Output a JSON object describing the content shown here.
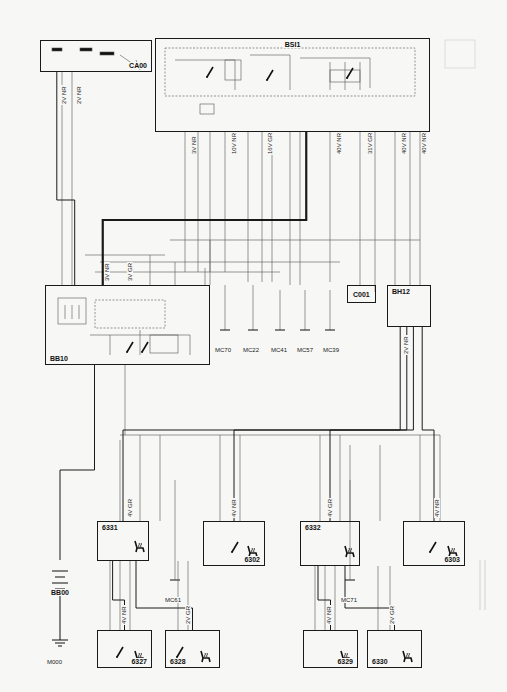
{
  "diagram": {
    "nodes": [
      {
        "text": [
          "CA00"
        ]
      },
      {
        "text": [
          "BSI1"
        ]
      },
      {
        "text": [
          "BB10"
        ]
      },
      {
        "text": [
          "C001"
        ]
      },
      {
        "text": [
          "BH12"
        ]
      },
      {
        "text": [
          "6331"
        ]
      },
      {
        "text": [
          "6302"
        ]
      },
      {
        "text": [
          "6332"
        ]
      },
      {
        "text": [
          "6303"
        ]
      },
      {
        "text": [
          "6327"
        ]
      },
      {
        "text": [
          "6328"
        ]
      },
      {
        "text": [
          "6329"
        ]
      },
      {
        "text": [
          "6330"
        ]
      },
      {
        "text": [
          "BB00"
        ]
      }
    ],
    "edges": [
      {
        "from": 0,
        "to": 2,
        "arrow": "none"
      },
      {
        "from": 1,
        "to": 2,
        "arrow": "none"
      },
      {
        "from": 4,
        "to": 5,
        "arrow": "none"
      },
      {
        "from": 4,
        "to": 6,
        "arrow": "none"
      },
      {
        "from": 4,
        "to": 7,
        "arrow": "none"
      },
      {
        "from": 4,
        "to": 8,
        "arrow": "none"
      },
      {
        "from": 5,
        "to": 9,
        "arrow": "none"
      },
      {
        "from": 5,
        "to": 10,
        "arrow": "none"
      },
      {
        "from": 7,
        "to": 11,
        "arrow": "none"
      },
      {
        "from": 7,
        "to": 12,
        "arrow": "none"
      },
      {
        "from": 13,
        "to": 2,
        "arrow": "none"
      }
    ],
    "labels": [
      "MC70",
      "MC22",
      "MC41",
      "MC57",
      "MC39",
      "MC61",
      "MC71",
      "M000",
      "2V NR",
      "2V NR",
      "3V NR",
      "10V NR",
      "16V GR",
      "40V NR",
      "31V GR",
      "40V NR",
      "40V NR",
      "3V NR",
      "3V GR",
      "2V NR",
      "4V GR",
      "4V NR",
      "4V GR",
      "4V NR",
      "4V NR",
      "2V GR",
      "4V NR",
      "2V GR"
    ]
  }
}
